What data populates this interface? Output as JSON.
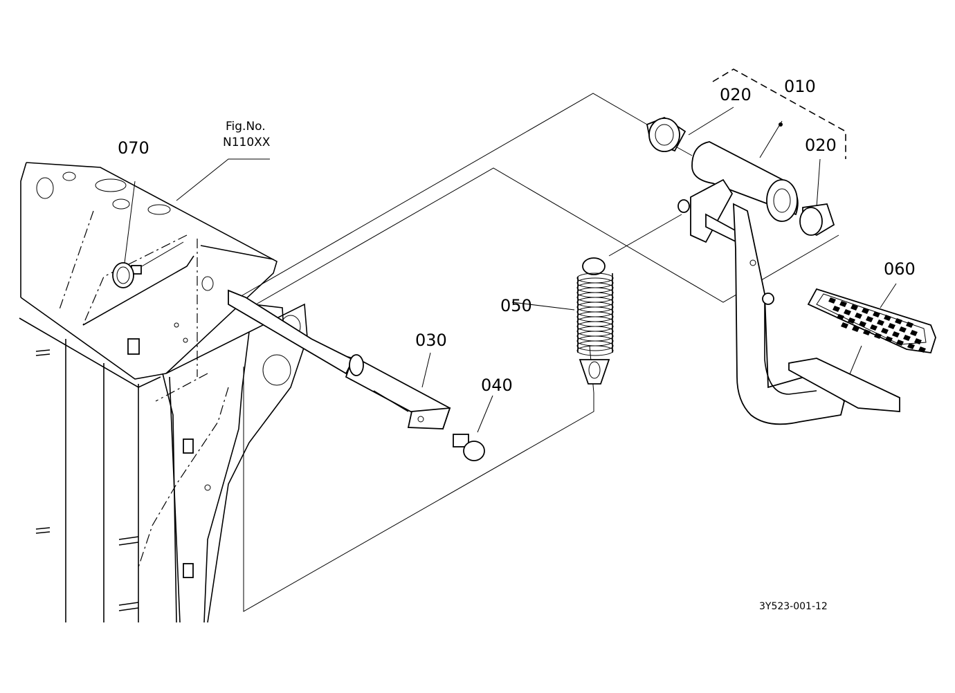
{
  "figure": {
    "ref_line1": "Fig.No.",
    "ref_line2": "N110XX",
    "code": "3Y523-001-12"
  },
  "callouts": [
    {
      "id": "010",
      "text": "010"
    },
    {
      "id": "020a",
      "text": "020"
    },
    {
      "id": "020b",
      "text": "020"
    },
    {
      "id": "030",
      "text": "030"
    },
    {
      "id": "040",
      "text": "040"
    },
    {
      "id": "050",
      "text": "050"
    },
    {
      "id": "060",
      "text": "060"
    },
    {
      "id": "070",
      "text": "070"
    }
  ]
}
